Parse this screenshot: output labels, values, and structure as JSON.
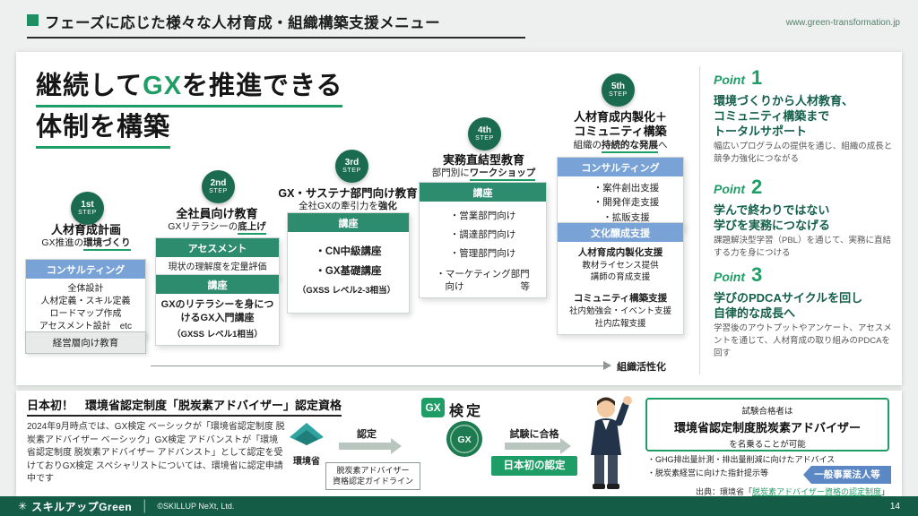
{
  "colors": {
    "brand_green": "#1f9d66",
    "badge_green": "#1a6b50",
    "footer_green": "#145c46",
    "box_header_blue": "#79a3d6",
    "box_header_teal": "#2e8c6e",
    "target_blue": "#5b87c5"
  },
  "header": {
    "title": "フェーズに応じた様々な人材育成・組織構築支援メニュー",
    "url": "www.green-transformation.jp"
  },
  "headline": {
    "pre": "継続して",
    "gx": "GX",
    "post": "を推進できる",
    "line2": "体制を構築"
  },
  "steps": [
    {
      "num": "1st",
      "label": "STEP",
      "title": "人材育成計画",
      "sub_pre": "GX推進の",
      "sub_hl": "環境づくり",
      "box1_header": "コンサルティング",
      "box1_items": [
        "全体設計",
        "人材定義・スキル定義",
        "ロードマップ作成",
        "アセスメント設計　etc"
      ],
      "box2": "経営層向け教育"
    },
    {
      "num": "2nd",
      "label": "STEP",
      "title": "全社員向け教育",
      "sub_pre": "GXリテラシーの",
      "sub_hl": "底上げ",
      "box1_header": "アセスメント",
      "box1_body": "現状の理解度を定量評価",
      "box2_header": "講座",
      "box2_body": "GXのリテラシーを身につけるGX入門講座",
      "box2_note": "（GXSS レベル1相当）"
    },
    {
      "num": "3rd",
      "label": "STEP",
      "title": "GX・サステナ部門向け教育",
      "sub_pre": "全社GXの牽引力を",
      "sub_hl": "強化",
      "box1_header": "講座",
      "box1_items": [
        "・CN中級講座",
        "・GX基礎講座"
      ],
      "box1_note": "（GXSS レベル2-3相当）"
    },
    {
      "num": "4th",
      "label": "STEP",
      "title": "実務直結型教育",
      "sub_pre": "部門別に",
      "sub_hl": "ワークショップ",
      "box1_header": "講座",
      "box1_items": [
        "・営業部門向け",
        "・調達部門向け",
        "・管理部門向け",
        "・マーケティング部門",
        "　向け　　　　　　等"
      ]
    },
    {
      "num": "5th",
      "label": "STEP",
      "title1": "人材育成内製化＋",
      "title2": "コミュニティ構築",
      "sub_pre": "組織の",
      "sub_hl": "持続的な発展",
      "sub_post": "へ",
      "box1_header": "コンサルティング",
      "box1_items": [
        "・案件創出支援",
        "・開発伴走支援",
        "・拡販支援"
      ],
      "box2_header": "文化醸成支援",
      "g1_title": "人材育成内製化支援",
      "g1_items": [
        "教材ライセンス提供",
        "講師の育成支援"
      ],
      "g2_title": "コミュニティ構築支援",
      "g2_items": [
        "社内勉強会・イベント支援",
        "社内広報支援"
      ]
    }
  ],
  "axis": {
    "label": "組織活性化"
  },
  "points": [
    {
      "word": "Point",
      "num": "1",
      "title": [
        "環境づくりから人材教育、",
        "コミュニティ構築まで",
        "トータルサポート"
      ],
      "desc": "幅広いプログラムの提供を通じ、組織の成長と競争力強化につながる"
    },
    {
      "word": "Point",
      "num": "2",
      "title": [
        "学んで終わりではない",
        "学びを実務につなげる"
      ],
      "desc": "課題解決型学習（PBL）を通じて、実務に直結する力を身につける"
    },
    {
      "word": "Point",
      "num": "3",
      "title": [
        "学びのPDCAサイクルを回し",
        "自律的な成長へ"
      ],
      "desc": "学習後のアウトプットやアンケート、アセスメントを通じて、人材育成の取り組みのPDCAを回す"
    }
  ],
  "cert": {
    "title": "日本初！　環境省認定制度「脱炭素アドバイザー」認定資格",
    "paragraph": "2024年9月時点では、GX検定 ベーシックが「環境省認定制度 脱炭素アドバイザー ベーシック」GX検定 アドバンストが「環境省認定制度 脱炭素アドバイザー アドバンスト」として認定を受けておりGX検定 スペシャリストについては、環境省に認定申請中です",
    "ministry": "環境省",
    "arrow1": "認定",
    "guideline1": "脱炭素アドバイザー",
    "guideline2": "資格認定ガイドライン",
    "logo_gx": "GX",
    "logo_kentei": "検定",
    "emblem_text": "GX",
    "arrow2": "試験に合格",
    "first_label": "日本初の認定",
    "result_pre": "試験合格者は",
    "result_main": "環境省認定制度脱炭素アドバイザー",
    "result_post": "を名乗ることが可能",
    "benefits": [
      "・GHG排出量計測・排出量削減に向けたアドバイス",
      "・脱炭素経営に向けた指針提示等"
    ],
    "target": "一般事業法人等",
    "source_pre": "出典：環境省「",
    "source_link": "脱炭素アドバイザー資格の認定制度",
    "source_post": "」"
  },
  "footer": {
    "logo_glyph": "✳",
    "brand": "スキルアップGreen",
    "copyright": "©SKILLUP NeXt, Ltd.",
    "page": "14"
  }
}
